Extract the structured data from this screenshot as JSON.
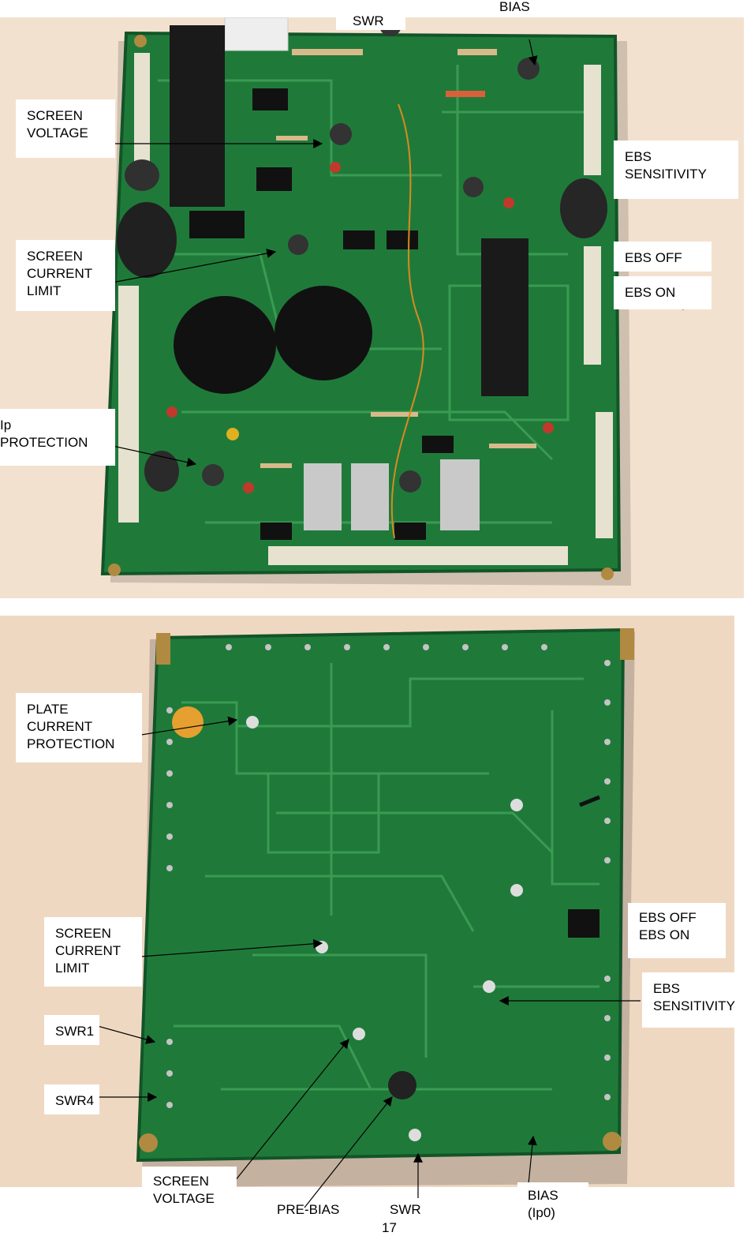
{
  "colors": {
    "pcb": "#1f7a3a",
    "pcb_dark": "#125428",
    "trace": "#3a9b52",
    "background_top": "#f3e1cf",
    "background_bottom": "#efd8c2"
  },
  "top_photo": {
    "labels": {
      "swr": "SWR",
      "bias": "BIAS",
      "screen_voltage": "SCREEN\nVOLTAGE",
      "ebs_sensitivity": "EBS\nSENSITIVITY",
      "screen_current_limit": "SCREEN\nCURRENT\nLIMIT",
      "ebs_off": "EBS OFF",
      "ebs_on": "EBS ON",
      "ip_protection": "Ip\nPROTECTION"
    }
  },
  "bottom_photo": {
    "labels": {
      "plate_current_protection": "PLATE\nCURRENT\nPROTECTION",
      "screen_current_limit": "SCREEN\nCURRENT\nLIMIT",
      "ebs_off_on": "EBS OFF\nEBS ON",
      "ebs_sensitivity": "EBS\nSENSITIVITY",
      "swr1": "SWR1",
      "swr4": "SWR4",
      "screen_voltage": "SCREEN\nVOLTAGE",
      "pre_bias": "PRE-BIAS",
      "swr": "SWR",
      "bias_ip0": "BIAS\n(Ip0)"
    }
  },
  "page_number": "17"
}
